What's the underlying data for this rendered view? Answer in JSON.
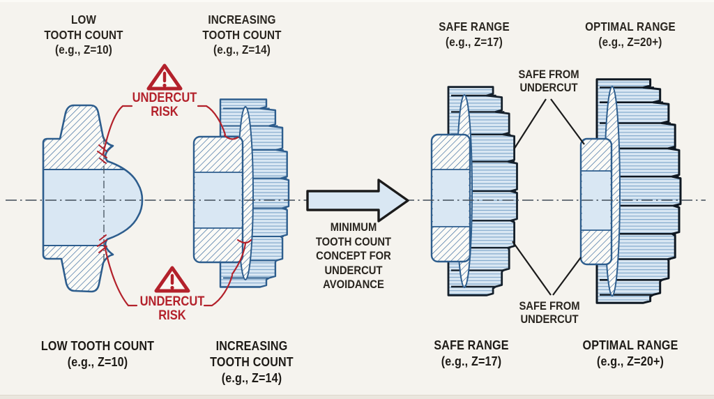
{
  "title": "Minimum tooth count concept for undercut avoidance",
  "colors": {
    "background": "#f5f3ee",
    "ink": "#29251f",
    "accent_red": "#b3212b",
    "gear_outline_blue": "#2d5d8d",
    "gear_fill_blue": "#d9e7f3",
    "gear_stripe_blue": "#85abcd",
    "hatch_line_blue": "#33659a",
    "leader_black": "#1b1b1b"
  },
  "top_labels": {
    "low": "LOW\nTOOTH COUNT\n(e.g., Z=10)",
    "increasing": "INCREASING\nTOOTH COUNT\n(e.g., Z=14)",
    "safe": "SAFE RANGE\n(e.g., Z=17)",
    "optimal": "OPTIMAL RANGE\n(e.g., Z=20+)"
  },
  "bottom_labels": {
    "low": "LOW TOOTH COUNT\n(e.g., Z=10)",
    "increasing": "INCREASING\nTOOTH COUNT\n(e.g., Z=14)",
    "safe": "SAFE RANGE\n(e.g., Z=17)",
    "optimal": "OPTIMAL RANGE\n(e.g., Z=20+)"
  },
  "annotations": {
    "undercut_risk_top": "UNDERCUT\nRISK",
    "undercut_risk_bottom": "UNDERCUT\nRISK",
    "safe_from_undercut_top": "SAFE FROM\nUNDERCUT",
    "safe_from_undercut_bottom": "SAFE FROM\nUNDERCUT",
    "arrow_caption": "MINIMUM\nTOOTH COUNT\nCONCEPT FOR\nUNDERCUT\nAVOIDANCE"
  },
  "icons": {
    "warning_top": "warning-triangle-icon",
    "warning_bottom": "warning-triangle-icon",
    "arrow": "arrow-right-icon"
  },
  "gears": [
    {
      "name": "gear-cross-section",
      "z": "Z=10"
    },
    {
      "name": "gear-increasing",
      "z": "Z=14"
    },
    {
      "name": "gear-safe",
      "z": "Z=17"
    },
    {
      "name": "gear-optimal",
      "z": "Z=20+"
    }
  ]
}
